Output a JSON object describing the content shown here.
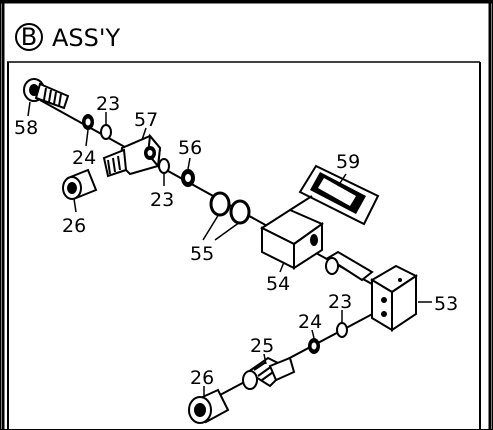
{
  "title": {
    "badge_letter": "B",
    "text": "ASS'Y"
  },
  "callouts": {
    "c58": "58",
    "c23a": "23",
    "c24a": "24",
    "c57": "57",
    "c56": "56",
    "c23b": "23",
    "c26a": "26",
    "c59": "59",
    "c55": "55",
    "c54": "54",
    "c53": "53",
    "c23c": "23",
    "c24b": "24",
    "c25": "25",
    "c26b": "26"
  }
}
